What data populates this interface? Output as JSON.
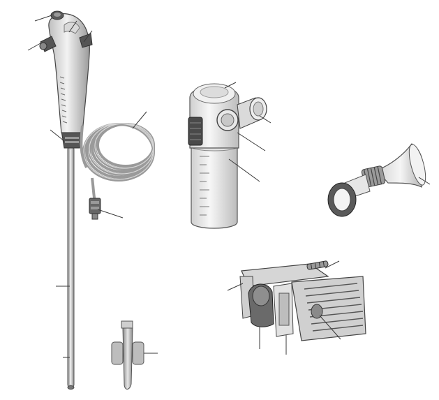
{
  "figure": {
    "components": [
      {
        "id": "endoscope",
        "label": ""
      },
      {
        "id": "suction-canister",
        "label": ""
      },
      {
        "id": "mouthpiece",
        "label": ""
      },
      {
        "id": "clamp",
        "label": ""
      },
      {
        "id": "adapter",
        "label": ""
      }
    ],
    "colors": {
      "outline": "#3a3a3a",
      "body_light": "#e3e3e3",
      "body_mid": "#bdbdbd",
      "body_dark": "#555555",
      "background": "#ffffff"
    }
  }
}
